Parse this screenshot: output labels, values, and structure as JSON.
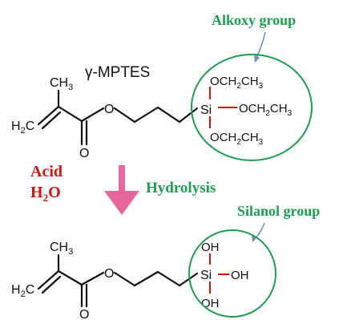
{
  "colors": {
    "green": "#1aa050",
    "red": "#e01010",
    "pink": "#e8679a",
    "blue_arrow": "#6f8fc0",
    "black": "#111111"
  },
  "top_molecule": {
    "name": "γ-MPTES",
    "methyl_left": "CH",
    "methyl_sub": "3",
    "h2c_h": "H",
    "h2c_sub": "2",
    "h2c_c": "C",
    "carbonyl_o": "O",
    "ester_o": "O",
    "si": "Si",
    "alkoxy_1": "OCH",
    "alkoxy_1_s1": "2",
    "alkoxy_1_ch": "CH",
    "alkoxy_1_s2": "3",
    "alkoxy_2": "OCH",
    "alkoxy_2_s1": "2",
    "alkoxy_2_ch": "CH",
    "alkoxy_2_s2": "3",
    "alkoxy_3": "OCH",
    "alkoxy_3_s1": "2",
    "alkoxy_3_ch": "CH",
    "alkoxy_3_s2": "3"
  },
  "bottom_molecule": {
    "methyl_left": "CH",
    "methyl_sub": "3",
    "h2c_h": "H",
    "h2c_sub": "2",
    "h2c_c": "C",
    "carbonyl_o": "O",
    "ester_o": "O",
    "si": "Si",
    "oh_top": "OH",
    "oh_right": "OH",
    "oh_bottom": "OH"
  },
  "labels": {
    "alkoxy_group": "Alkoxy group",
    "silanol_group": "Silanol group",
    "acid": "Acid",
    "h2o_h": "H",
    "h2o_sub": "2",
    "h2o_o": "O",
    "hydrolysis": "Hydrolysis"
  }
}
